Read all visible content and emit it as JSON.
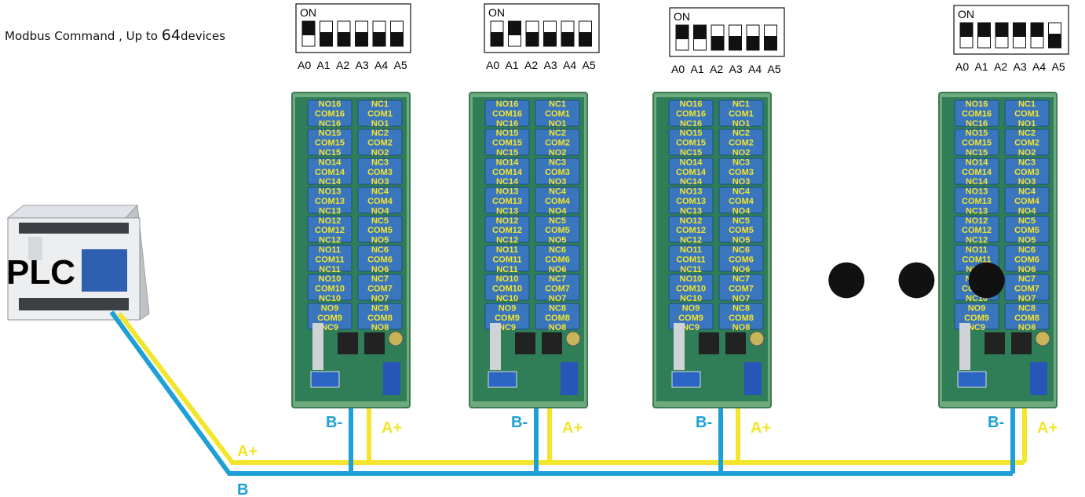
{
  "caption": {
    "prefix": "Modbus Command , Up to ",
    "number": "64",
    "suffix": "devices"
  },
  "plc": {
    "label": "PLC"
  },
  "dip_on_label": "ON",
  "dip_addresses": [
    "A0",
    "A1",
    "A2",
    "A3",
    "A4",
    "A5"
  ],
  "modules": [
    {
      "dip_on": [
        true,
        false,
        false,
        false,
        false,
        false
      ]
    },
    {
      "dip_on": [
        false,
        true,
        false,
        false,
        false,
        false
      ]
    },
    {
      "dip_on": [
        true,
        true,
        false,
        false,
        false,
        false
      ]
    },
    {
      "dip_on": [
        true,
        true,
        true,
        true,
        true,
        false
      ]
    }
  ],
  "relay_labels_left": [
    "NO16",
    "COM16",
    "NC16",
    "NO15",
    "COM15",
    "NC15",
    "NO14",
    "COM14",
    "NC14",
    "NO13",
    "COM13",
    "NC13",
    "NO12",
    "COM12",
    "NC12",
    "NO11",
    "COM11",
    "NC11",
    "NO10",
    "COM10",
    "NC10",
    "NO9",
    "COM9",
    "NC9"
  ],
  "relay_labels_right": [
    "NC1",
    "COM1",
    "NO1",
    "NC2",
    "COM2",
    "NO2",
    "NC3",
    "COM3",
    "NO3",
    "NC4",
    "COM4",
    "NO4",
    "NC5",
    "COM5",
    "NO5",
    "NC6",
    "COM6",
    "NO6",
    "NC7",
    "COM7",
    "NO7",
    "NC8",
    "COM8",
    "NO8"
  ],
  "bus": {
    "a_label": "A+",
    "b_label": "B-",
    "b_main_label": "B",
    "a_color": "#f2e52c",
    "b_color": "#1ea0d6"
  },
  "ellipsis": "● ● ●"
}
